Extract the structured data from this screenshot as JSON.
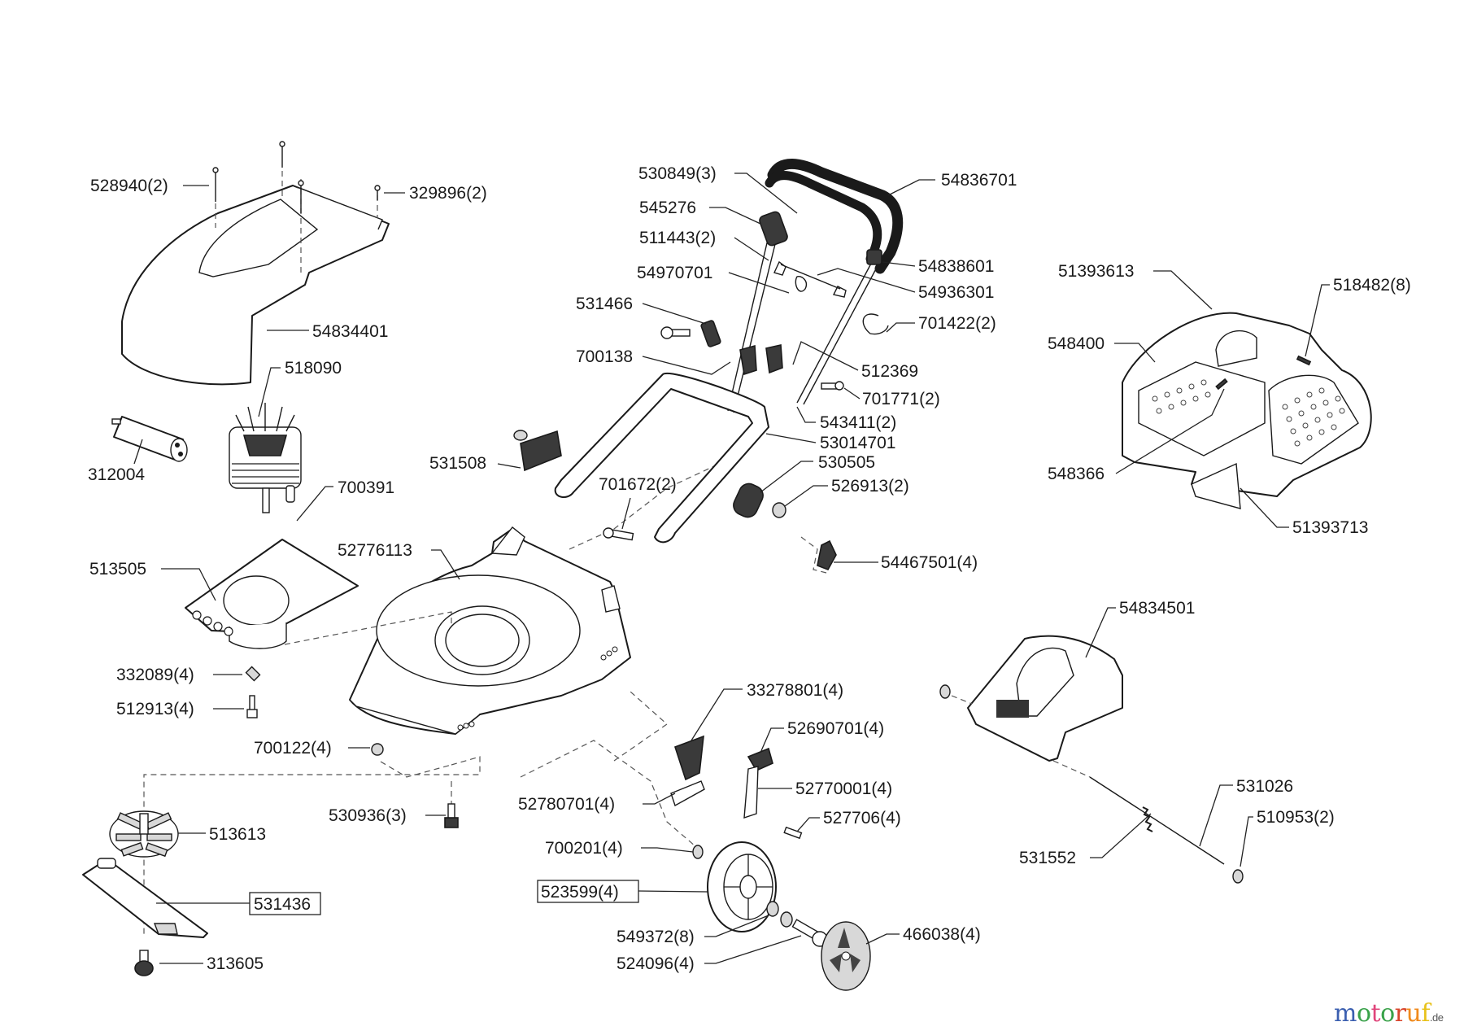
{
  "diagram": {
    "title": "Lawn mower exploded parts diagram",
    "parts": {
      "p528940": "528940(2)",
      "p329896": "329896(2)",
      "p54834401": "54834401",
      "p518090": "518090",
      "p312004": "312004",
      "p700391": "700391",
      "p52776113": "52776113",
      "p513505": "513505",
      "p332089": "332089(4)",
      "p512913": "512913(4)",
      "p700122": "700122(4)",
      "p530936": "530936(3)",
      "p513613": "513613",
      "p531436": "531436",
      "p313605": "313605",
      "p530849": "530849(3)",
      "p545276": "545276",
      "p511443": "511443(2)",
      "p54970701": "54970701",
      "p531466": "531466",
      "p700138": "700138",
      "p54836701": "54836701",
      "p54838601": "54838601",
      "p54936301": "54936301",
      "p701422": "701422(2)",
      "p512369": "512369",
      "p701771": "701771(2)",
      "p543411": "543411(2)",
      "p53014701": "53014701",
      "p531508": "531508",
      "p530505": "530505",
      "p526913": "526913(2)",
      "p701672": "701672(2)",
      "p54467501": "54467501(4)",
      "p51393613": "51393613",
      "p518482": "518482(8)",
      "p548400": "548400",
      "p548366": "548366",
      "p51393713": "51393713",
      "p54834501": "54834501",
      "p531026": "531026",
      "p510953": "510953(2)",
      "p531552": "531552",
      "p33278801": "33278801(4)",
      "p52690701": "52690701(4)",
      "p52770001": "52770001(4)",
      "p52780701": "52780701(4)",
      "p527706": "527706(4)",
      "p700201": "700201(4)",
      "p523599": "523599(4)",
      "p549372": "549372(8)",
      "p524096": "524096(4)",
      "p466038": "466038(4)"
    }
  },
  "logo": {
    "letters": [
      "m",
      "o",
      "t",
      "o",
      "r",
      "u",
      "f"
    ],
    "colors": [
      "#3b5fb0",
      "#3aa24a",
      "#e0457b",
      "#3aa24a",
      "#d8452c",
      "#f08a1c",
      "#e8c21a"
    ],
    "suffix": ".de"
  }
}
